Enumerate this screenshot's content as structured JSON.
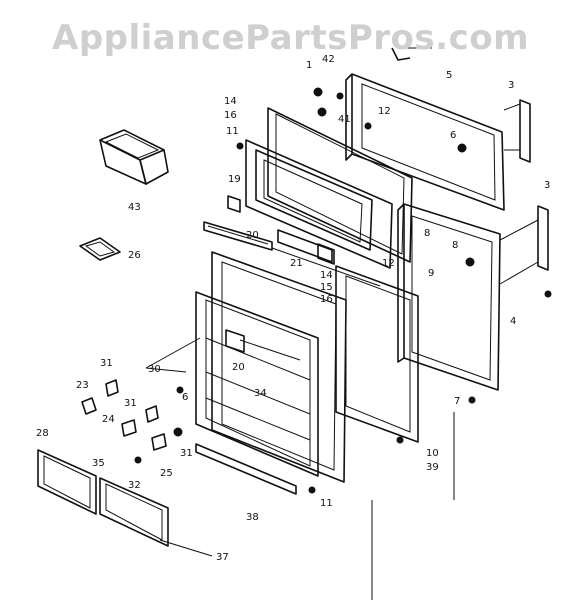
{
  "watermark": "AppliancePartsPros.com",
  "labels": {
    "l1": "1",
    "l42": "42",
    "l5": "5",
    "l3a": "3",
    "l12a": "12",
    "l6a": "6",
    "l41": "41",
    "l14a": "14",
    "l16a": "16",
    "l11a": "11",
    "l43": "43",
    "l19": "19",
    "l20a": "20",
    "l26": "26",
    "l8a": "8",
    "l3b": "3",
    "l12b": "12",
    "l8b": "8",
    "l9": "9",
    "l21": "21",
    "l14b": "14",
    "l15": "15",
    "l16b": "16",
    "l4": "4",
    "l30": "30",
    "l20b": "20",
    "l34": "34",
    "l31a": "31",
    "l31b": "31",
    "l31c": "31",
    "l6b": "6",
    "l23": "23",
    "l24": "24",
    "l7": "7",
    "l28": "28",
    "l35": "35",
    "l25": "25",
    "l32": "32",
    "l10": "10",
    "l39": "39",
    "l11b": "11",
    "l38": "38",
    "l37": "37"
  }
}
